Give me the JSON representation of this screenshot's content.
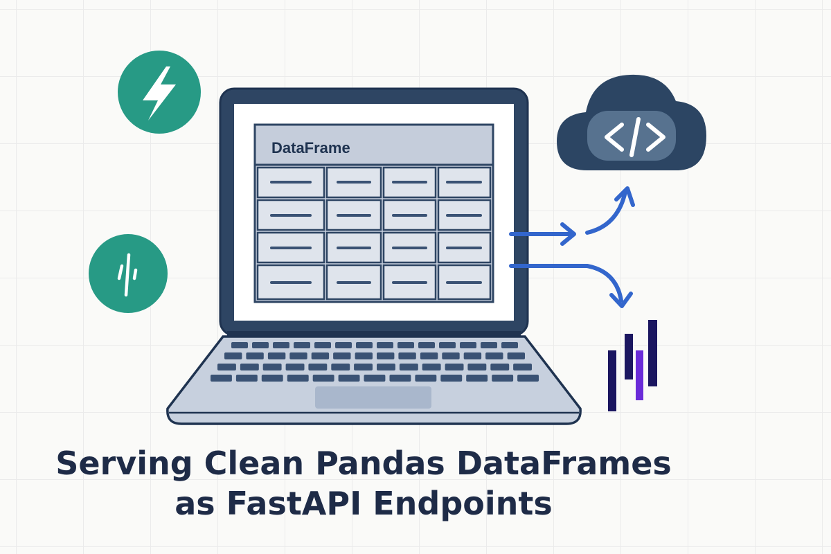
{
  "screen": {
    "table_header": "DataFrame"
  },
  "title": {
    "line1": "Serving Clean Pandas DataFrames",
    "line2": "as FastAPI Endpoints"
  },
  "icons": {
    "fastapi_badge": "lightning-bolt-icon",
    "pandas_badge": "pandas-bars-icon",
    "cloud": "cloud-code-icon",
    "bars": "pandas-logo-bars-icon"
  },
  "colors": {
    "teal": "#279a85",
    "navy": "#1f3350",
    "arrow_blue": "#3366cc",
    "purple": "#6a2bd8",
    "dark_indigo": "#1b1660"
  }
}
